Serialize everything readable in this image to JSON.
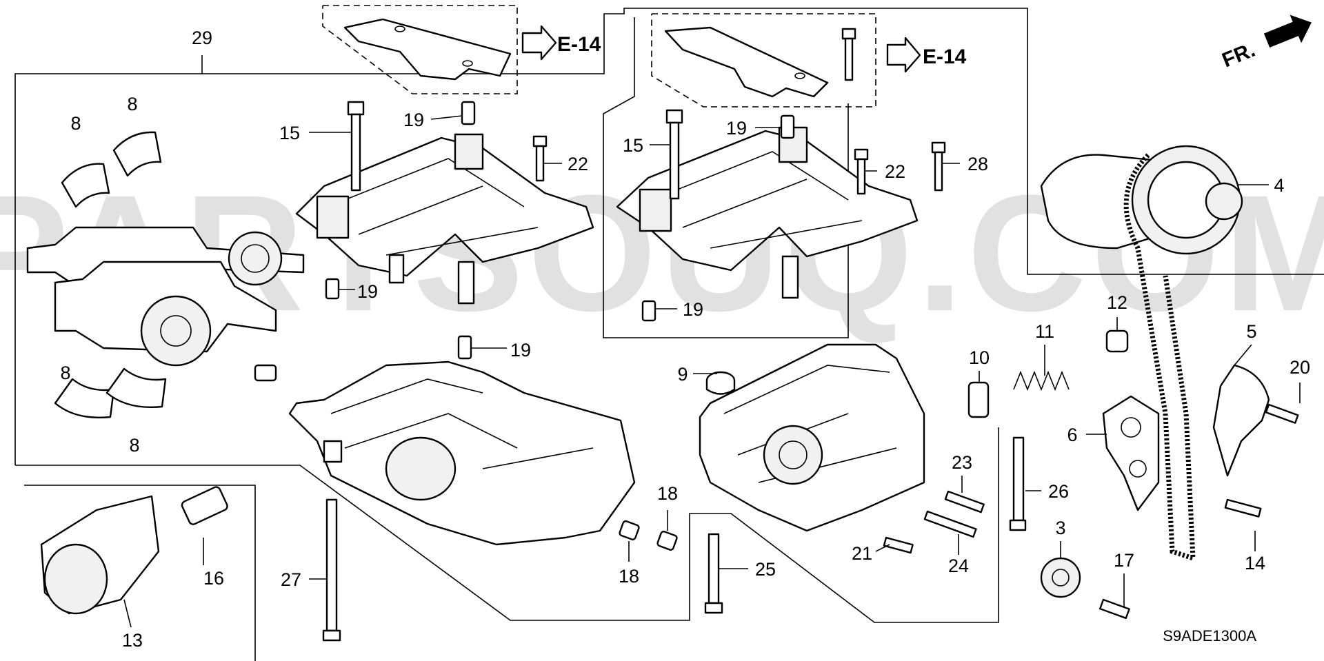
{
  "watermark": "PARTSOUQ.COM",
  "diagram_code": "S9ADE1300A",
  "direction_indicator": "FR.",
  "references": [
    {
      "id": "ref-e14-left",
      "text": "E-14"
    },
    {
      "id": "ref-e14-right",
      "text": "E-14"
    }
  ],
  "callouts": [
    {
      "num": "29"
    },
    {
      "num": "8"
    },
    {
      "num": "8"
    },
    {
      "num": "8"
    },
    {
      "num": "8"
    },
    {
      "num": "15"
    },
    {
      "num": "19"
    },
    {
      "num": "22"
    },
    {
      "num": "19"
    },
    {
      "num": "19"
    },
    {
      "num": "15"
    },
    {
      "num": "19"
    },
    {
      "num": "22"
    },
    {
      "num": "28"
    },
    {
      "num": "4"
    },
    {
      "num": "19"
    },
    {
      "num": "12"
    },
    {
      "num": "5"
    },
    {
      "num": "20"
    },
    {
      "num": "11"
    },
    {
      "num": "9"
    },
    {
      "num": "10"
    },
    {
      "num": "6"
    },
    {
      "num": "23"
    },
    {
      "num": "26"
    },
    {
      "num": "18"
    },
    {
      "num": "3"
    },
    {
      "num": "14"
    },
    {
      "num": "17"
    },
    {
      "num": "21"
    },
    {
      "num": "24"
    },
    {
      "num": "25"
    },
    {
      "num": "16"
    },
    {
      "num": "27"
    },
    {
      "num": "18"
    },
    {
      "num": "13"
    }
  ]
}
